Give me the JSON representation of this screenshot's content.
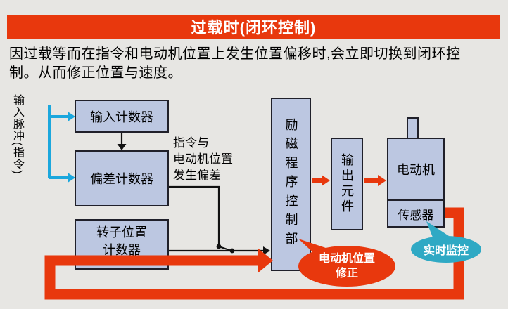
{
  "colors": {
    "background": "#e7e6e3",
    "accent_orange": "#e8380d",
    "box_fill": "#bcc7e1",
    "box_border": "#20202a",
    "cyan_arrow": "#1ba7dd",
    "teal_bubble": "#2fa9c4",
    "wire_black": "#111111",
    "text_white": "#ffffff"
  },
  "header": {
    "title": "过载时(闭环控制)"
  },
  "description": {
    "text": "因过载等而在指令和电动机位置上发生位置偏移时,会立即切换到闭环控\n制。从而修正位置与速度。"
  },
  "diagram": {
    "input_label": "输入脉冲(指令)",
    "boxes": {
      "input_counter": "输入计数器",
      "deviation_counter": "偏差计数器",
      "rotor_counter": "转子位置\n计数器",
      "excitation_controller": "励磁程序控制部",
      "output_element": "输出元件",
      "motor": "电动机",
      "sensor": "传感器"
    },
    "notes": {
      "deviation_note": "指令与\n电动机位置\n发生偏差"
    },
    "bubbles": {
      "motor_correction": "电动机位置\n修正",
      "realtime_monitor": "实时监控"
    }
  }
}
